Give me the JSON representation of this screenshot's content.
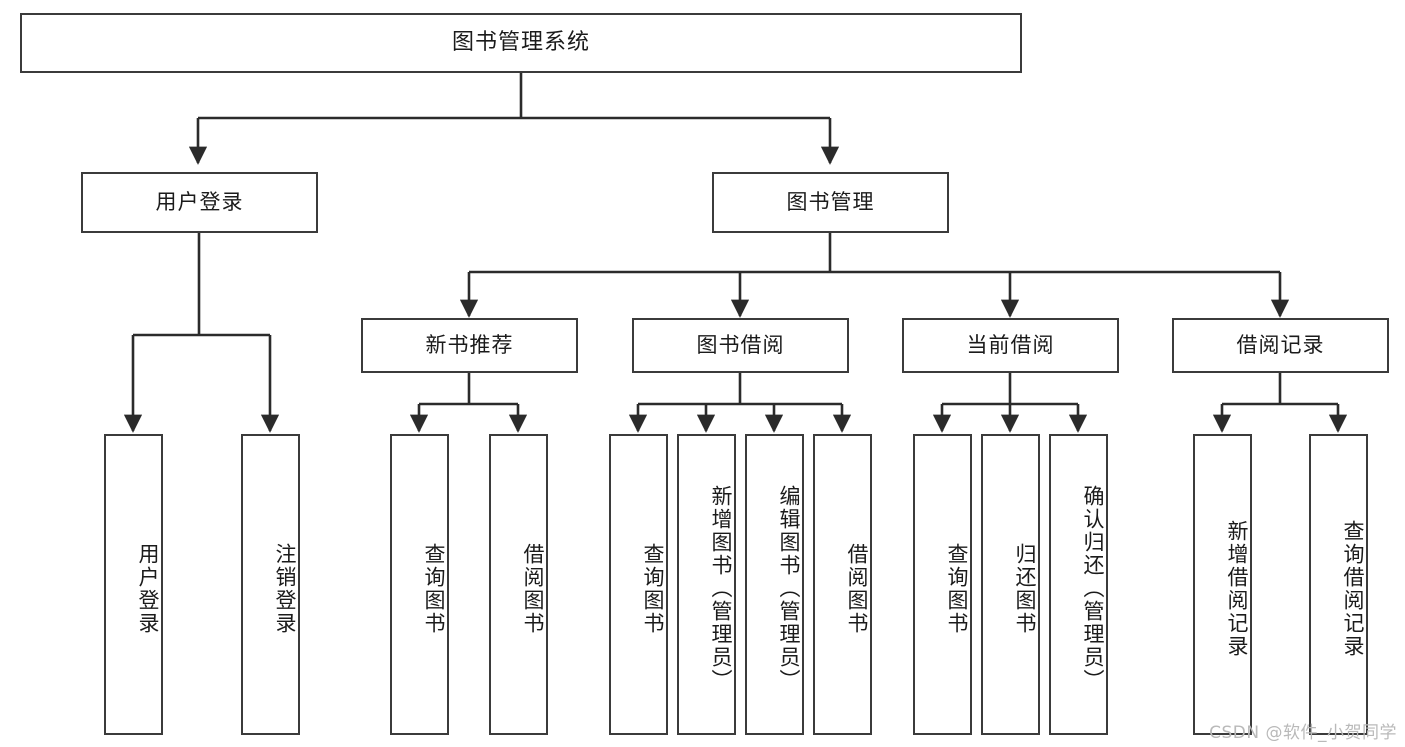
{
  "diagram": {
    "type": "tree",
    "title": "图书管理系统",
    "orientation": "top-down",
    "edge_style": "orthogonal-arrow",
    "colors": {
      "box_border": "#3b3b3b",
      "box_fill": "#ffffff",
      "edge": "#2b2b2b",
      "text": "#1b1b1b",
      "watermark": "#b9b9b9",
      "background": "#ffffff"
    }
  },
  "watermark": {
    "text": "CSDN @软件_小贺同学"
  },
  "nodes": {
    "root": {
      "label": "图书管理系统",
      "level": 0
    },
    "level1": [
      {
        "id": "user-login",
        "label": "用户登录"
      },
      {
        "id": "book-manage",
        "label": "图书管理"
      }
    ],
    "level2": [
      {
        "id": "new-book-rec",
        "label": "新书推荐",
        "parent": "book-manage"
      },
      {
        "id": "book-borrow",
        "label": "图书借阅",
        "parent": "book-manage"
      },
      {
        "id": "current-borrow",
        "label": "当前借阅",
        "parent": "book-manage"
      },
      {
        "id": "borrow-record",
        "label": "借阅记录",
        "parent": "book-manage"
      }
    ],
    "leaves": {
      "user-login": [
        {
          "id": "leaf-user-login",
          "label": "用户登录"
        },
        {
          "id": "leaf-logout",
          "label": "注销登录"
        }
      ],
      "new-book-rec": [
        {
          "id": "leaf-query-book-1",
          "label": "查询图书"
        },
        {
          "id": "leaf-borrow-book-1",
          "label": "借阅图书"
        }
      ],
      "book-borrow": [
        {
          "id": "leaf-query-book-2",
          "label": "查询图书"
        },
        {
          "id": "leaf-add-book",
          "label": "新增图书（管理员）"
        },
        {
          "id": "leaf-edit-book",
          "label": "编辑图书（管理员）"
        },
        {
          "id": "leaf-borrow-book-2",
          "label": "借阅图书"
        }
      ],
      "current-borrow": [
        {
          "id": "leaf-query-book-3",
          "label": "查询图书"
        },
        {
          "id": "leaf-return-book",
          "label": "归还图书"
        },
        {
          "id": "leaf-confirm-return",
          "label": "确认归还（管理员）"
        }
      ],
      "borrow-record": [
        {
          "id": "leaf-add-record",
          "label": "新增借阅记录"
        },
        {
          "id": "leaf-query-record",
          "label": "查询借阅记录"
        }
      ]
    }
  }
}
